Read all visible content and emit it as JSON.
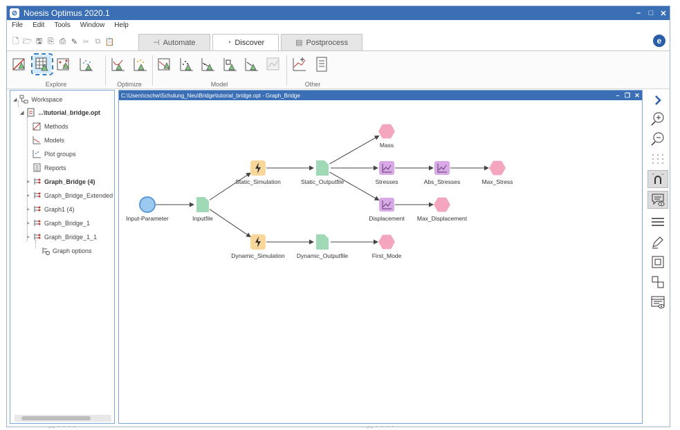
{
  "window": {
    "title": "Noesis Optimus 2020.1"
  },
  "menu": [
    "File",
    "Edit",
    "Tools",
    "Window",
    "Help"
  ],
  "tabs": [
    {
      "label": "Automate",
      "icon": "automate-icon"
    },
    {
      "label": "Discover",
      "icon": "discover-icon"
    },
    {
      "label": "Postprocess",
      "icon": "postprocess-icon"
    }
  ],
  "ribbon": {
    "groups": [
      "Explore",
      "Optimize",
      "Model",
      "Other"
    ]
  },
  "tree": {
    "root": "Workspace",
    "project": "...\\tutorial_bridge.opt",
    "items": [
      "Methods",
      "Models",
      "Plot groups",
      "Reports",
      "Graph_Bridge (4)",
      "Graph_Bridge_Extended",
      "Graph1 (4)",
      "Graph_Bridge_1",
      "Graph_Bridge_1_1",
      "Graph options"
    ]
  },
  "canvas": {
    "path": "C:\\Users\\cschw\\Schulung_Neu\\Bridge\\tutorial_bridge.opt - Graph_Bridge"
  },
  "graph": {
    "nodes": [
      {
        "id": "input",
        "label": "Input-Parameter",
        "type": "input"
      },
      {
        "id": "inputfile",
        "label": "Inputfile",
        "type": "file"
      },
      {
        "id": "static_sim",
        "label": "Static_Simulation",
        "type": "action"
      },
      {
        "id": "static_out",
        "label": "Static_Outputfile",
        "type": "file"
      },
      {
        "id": "mass",
        "label": "Mass",
        "type": "output"
      },
      {
        "id": "stresses",
        "label": "Stresses",
        "type": "array"
      },
      {
        "id": "abs_stresses",
        "label": "Abs_Stresses",
        "type": "array"
      },
      {
        "id": "max_stress",
        "label": "Max_Stress",
        "type": "output"
      },
      {
        "id": "displacement",
        "label": "Displacement",
        "type": "array"
      },
      {
        "id": "max_disp",
        "label": "Max_Displacement",
        "type": "output"
      },
      {
        "id": "dyn_sim",
        "label": "Dynamic_Simulation",
        "type": "action"
      },
      {
        "id": "dyn_out",
        "label": "Dynamic_Outputfile",
        "type": "file"
      },
      {
        "id": "first_mode",
        "label": "First_Mode",
        "type": "output"
      }
    ],
    "edges": [
      [
        "input",
        "inputfile"
      ],
      [
        "inputfile",
        "static_sim"
      ],
      [
        "inputfile",
        "dyn_sim"
      ],
      [
        "static_sim",
        "static_out"
      ],
      [
        "static_out",
        "mass"
      ],
      [
        "static_out",
        "stresses"
      ],
      [
        "static_out",
        "displacement"
      ],
      [
        "stresses",
        "abs_stresses"
      ],
      [
        "abs_stresses",
        "max_stress"
      ],
      [
        "displacement",
        "max_disp"
      ],
      [
        "dyn_sim",
        "dyn_out"
      ],
      [
        "dyn_out",
        "first_mode"
      ]
    ]
  },
  "colors": {
    "titlebar": "#3a6eb5",
    "input_node": "#9cc9f0",
    "file_node": "#9fd9b5",
    "action_node": "#f9d69a",
    "array_node": "#d9a8e6",
    "output_node": "#f5a6bf"
  },
  "right_toolbar": [
    "collapse-arrow-icon",
    "zoom-in-icon",
    "zoom-out-icon",
    "grid-icon",
    "snap-magnet-icon",
    "comment-view-icon",
    "align-icon",
    "pen-icon",
    "duplicate-icon",
    "layout-icon",
    "properties-view-icon"
  ]
}
